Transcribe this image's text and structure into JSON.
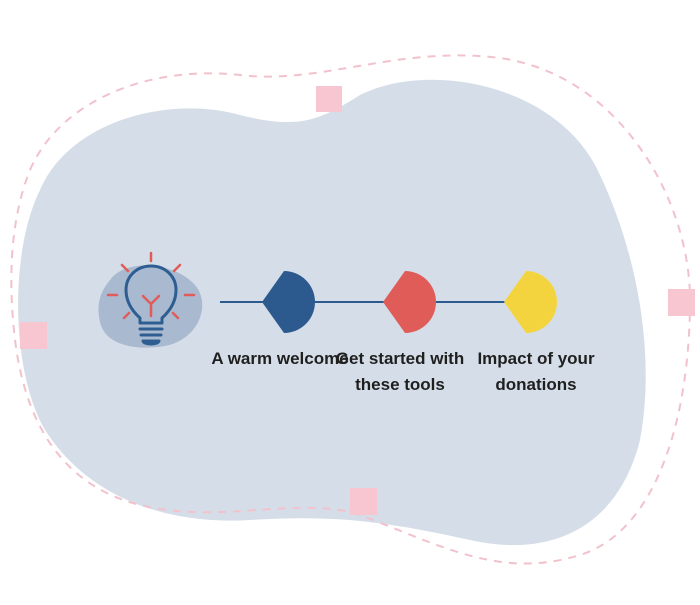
{
  "colors": {
    "blob": "#d5dee8",
    "dashed_outline": "#f2c2cc",
    "square_markers": "#f7c6d1",
    "timeline_line": "#2d5a8e",
    "bulb_stroke": "#2e5d91",
    "bulb_rays": "#e05c58",
    "bulb_backdrop": "#a9bad0"
  },
  "icons": {
    "main": "lightbulb-icon"
  },
  "steps": [
    {
      "label": "A warm welcome",
      "color": "#2d5a8e",
      "marker": "half-circle-marker"
    },
    {
      "label": "Get started with these tools",
      "color": "#e05c58",
      "marker": "half-circle-marker"
    },
    {
      "label": "Impact of your donations",
      "color": "#f4d43e",
      "marker": "half-circle-marker"
    }
  ]
}
